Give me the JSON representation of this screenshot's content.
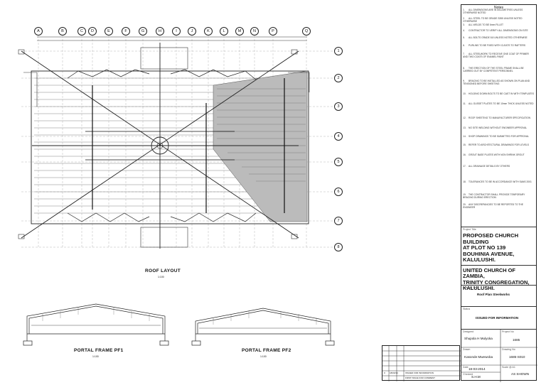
{
  "notes": {
    "title": "Notes",
    "items": [
      {
        "no": "1.",
        "text": "ALL DIMENSIONS ARE IN MILLIMETRES UNLESS OTHERWISE NOTED"
      },
      {
        "no": "2.",
        "text": "ALL STEEL TO BE GRADE S355 UNLESS NOTED OTHERWISE"
      },
      {
        "no": "3.",
        "text": "ALL WELDS TO BE 6mm FILLET"
      },
      {
        "no": "4.",
        "text": "CONTRACTOR TO VERIFY ALL DIMENSIONS ON SITE"
      },
      {
        "no": "5.",
        "text": "ALL BOLTS GRADE 8.8 UNLESS NOTED OTHERWISE"
      },
      {
        "no": "6.",
        "text": "PURLINS TO BE FIXED WITH CLEATS TO RAFTERS"
      },
      {
        "no": "7.",
        "text": "ALL STEELWORK TO RECEIVE ONE COAT OF PRIMER AND TWO COATS OF ENAMEL PAINT"
      },
      {
        "no": "8.",
        "text": "THE ERECTION OF THE STEEL FRAME SHALL BE CARRIED OUT BY COMPETENT PERSONNEL"
      },
      {
        "no": "9.",
        "text": "BRACING TO BE INSTALLED AS SHOWN ON PLAN AND TENSIONED BEFORE SHEETING"
      },
      {
        "no": "10.",
        "text": "HOLDING DOWN BOLTS TO BE CAST IN WITH TEMPLATES"
      },
      {
        "no": "11.",
        "text": "ALL GUSSET PLATES TO BE 10mm THICK UNLESS NOTED"
      },
      {
        "no": "12.",
        "text": "ROOF SHEETING TO MANUFACTURER SPECIFICATION"
      },
      {
        "no": "13.",
        "text": "NO SITE WELDING WITHOUT ENGINEER APPROVAL"
      },
      {
        "no": "14.",
        "text": "SHOP DRAWINGS TO BE SUBMITTED FOR APPROVAL"
      },
      {
        "no": "15.",
        "text": "REFER TO ARCHITECTURAL DRAWINGS FOR LEVELS"
      },
      {
        "no": "16.",
        "text": "GROUT BASE PLATES WITH NON SHRINK GROUT"
      },
      {
        "no": "17.",
        "text": "ALL DRAINAGE DETAILS BY OTHERS"
      },
      {
        "no": "18.",
        "text": "TOLERANCES TO BE IN ACCORDANCE WITH SANS 2001"
      },
      {
        "no": "19.",
        "text": "THE CONTRACTOR SHALL PROVIDE TEMPORARY BRACING DURING ERECTION"
      },
      {
        "no": "20.",
        "text": "ANY DISCREPANCIES TO BE REPORTED TO THE ENGINEER"
      }
    ]
  },
  "title_block": {
    "project_caption": "Project Title",
    "project_lines": [
      "PROPOSED CHURCH BUILDING",
      "AT PLOT NO 139",
      "BOUHINIA AVENUE, KALULUSHI."
    ],
    "client_lines": [
      "UNITED CHURCH OF ZAMBIA,",
      "TRINITY CONGREGATION,",
      "KALULUSHI."
    ],
    "drawing_title_caption": "Drawing Title",
    "drawing_title": "Roof Plan Steelworks",
    "status_caption": "Status",
    "status": "ISSUED FOR INFORMATION",
    "designed_caption": "Designed",
    "designed_by": "Shupola H Mulyoka",
    "project_no_caption": "Project No",
    "project_no": "1685",
    "drawn_caption": "Drawn",
    "drawn_by": "Kasonde Mwewoba",
    "drawing_no_caption": "Drawing No",
    "drawing_no": "1685-S010",
    "date_caption": "Date",
    "date": "18-03-2014",
    "checked_caption": "Checked",
    "checked_by": "S.H.M",
    "scale_caption": "Scale @ A1",
    "scale": "AS SHOWN"
  },
  "drawing": {
    "roof_layout_label": "ROOF LAYOUT",
    "roof_layout_scale": "1:100",
    "frame1_label": "PORTAL FRAME PF1",
    "frame1_scale": "1:100",
    "frame2_label": "PORTAL FRAME PF2",
    "frame2_scale": "1:100",
    "grid_letters": [
      "A",
      "B",
      "C",
      "D",
      "E",
      "F",
      "G",
      "H",
      "I",
      "J",
      "K",
      "L",
      "M",
      "N",
      "P",
      "Q"
    ],
    "grid_numbers": [
      "1",
      "2",
      "3",
      "4",
      "5",
      "6",
      "7",
      "8"
    ]
  },
  "revisions": {
    "rows": [
      {
        "rev": "0",
        "date": "18/03/14",
        "desc": "ISSUED FOR INFORMATION"
      },
      {
        "rev": "",
        "date": "",
        "desc": "FIRST ISSUE FOR COMMENT"
      }
    ]
  }
}
